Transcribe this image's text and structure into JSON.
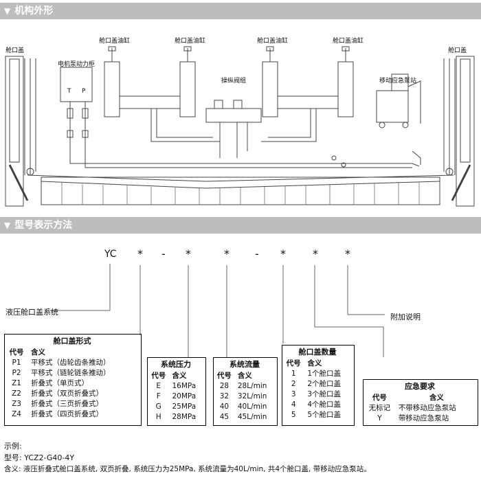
{
  "sections": {
    "appearance": "机构外形",
    "model": "型号表示方法"
  },
  "diagram_labels": {
    "hatch_left": "舱口盖",
    "hatch_right": "舱口盖",
    "cylinders": [
      "舱口盖油缸",
      "舱口盖油缸",
      "舱口盖油缸",
      "舱口盖油缸"
    ],
    "motor_cabinet": "电机泵动力柜",
    "port_t": "T",
    "port_p": "P",
    "valve_group": "操纵阀组",
    "emergency_pump": "移动应急泵站"
  },
  "model_code": {
    "prefix": "YC",
    "symbols": [
      "*",
      "-",
      "*",
      "*",
      "-",
      "*",
      "*",
      "*"
    ],
    "system_name": "液压舱口盖系统",
    "note": "附加说明"
  },
  "table_type": {
    "title": "舱口盖形式",
    "headers": [
      "代号",
      "含义"
    ],
    "rows": [
      [
        "P1",
        "平移式（齿轮齿条推动）"
      ],
      [
        "P2",
        "平移式（链轮链条推动）"
      ],
      [
        "Z1",
        "折叠式（单页式）"
      ],
      [
        "Z2",
        "折叠式（双页折叠式）"
      ],
      [
        "Z3",
        "折叠式（三页折叠式）"
      ],
      [
        "Z4",
        "折叠式（四页折叠式）"
      ]
    ]
  },
  "table_pressure": {
    "title": "系统压力",
    "headers": [
      "代号",
      "含义"
    ],
    "rows": [
      [
        "E",
        "16MPa"
      ],
      [
        "F",
        "20MPa"
      ],
      [
        "G",
        "25MPa"
      ],
      [
        "H",
        "28MPa"
      ]
    ]
  },
  "table_flow": {
    "title": "系统流量",
    "headers": [
      "代号",
      "含义"
    ],
    "rows": [
      [
        "28",
        "28L/min"
      ],
      [
        "32",
        "32L/min"
      ],
      [
        "40",
        "40L/min"
      ],
      [
        "45",
        "45L/min"
      ]
    ]
  },
  "table_count": {
    "title": "舱口盖数量",
    "headers": [
      "代号",
      "含义"
    ],
    "rows": [
      [
        "1",
        "1个舱口盖"
      ],
      [
        "2",
        "2个舱口盖"
      ],
      [
        "3",
        "3个舱口盖"
      ],
      [
        "4",
        "4个舱口盖"
      ],
      [
        "5",
        "5个舱口盖"
      ]
    ]
  },
  "table_emergency": {
    "title": "应急要求",
    "headers": [
      "代号",
      "含义"
    ],
    "rows": [
      [
        "无标记",
        "不带移动应急泵站"
      ],
      [
        "Y",
        "带移动应急泵站"
      ]
    ]
  },
  "example": {
    "label": "示例:",
    "model": "型号: YCZ2-G40-4Y",
    "meaning": "含义: 液压折叠式舱口盖系统, 双页折叠, 系统压力为25MPa, 系统流量为40L/min, 共4个舱口盖, 带移动应急泵站。"
  }
}
